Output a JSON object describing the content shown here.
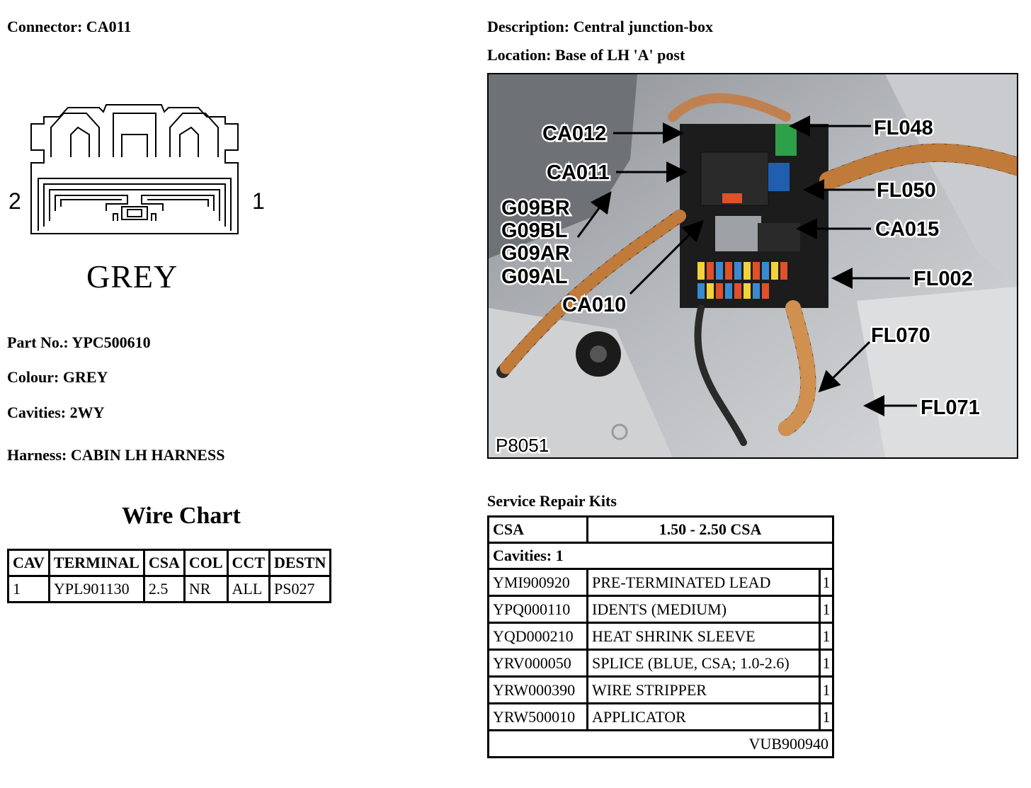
{
  "connector": {
    "label": "Connector: CA011",
    "color_label": "GREY",
    "pin_left": "2",
    "pin_right": "1"
  },
  "description": "Description: Central junction-box",
  "location": "Location: Base of LH 'A' post",
  "part_no": "Part No.: YPC500610",
  "colour": "Colour: GREY",
  "cavities": "Cavities: 2WY",
  "harness": "Harness: CABIN LH HARNESS",
  "wire_chart": {
    "title": "Wire Chart",
    "headers": [
      "CAV",
      "TERMINAL",
      "CSA",
      "COL",
      "CCT",
      "DESTN"
    ],
    "rows": [
      [
        "1",
        "YPL901130",
        "2.5",
        "NR",
        "ALL",
        "PS027"
      ]
    ]
  },
  "photo": {
    "ref": "P8051",
    "callouts": {
      "ca012": "CA012",
      "ca011": "CA011",
      "g09br": "G09BR",
      "g09bl": "G09BL",
      "g09ar": "G09AR",
      "g09al": "G09AL",
      "ca010": "CA010",
      "fl048": "FL048",
      "fl050": "FL050",
      "ca015": "CA015",
      "fl002": "FL002",
      "fl070": "FL070",
      "fl071": "FL071"
    }
  },
  "kits": {
    "title": "Service Repair Kits",
    "csa_label": "CSA",
    "csa_value": "1.50 - 2.50 CSA",
    "cavities": "Cavities: 1",
    "items": [
      {
        "code": "YMI900920",
        "desc": "PRE-TERMINATED LEAD",
        "qty": "1"
      },
      {
        "code": "YPQ000110",
        "desc": "IDENTS (MEDIUM)",
        "qty": "1"
      },
      {
        "code": "YQD000210",
        "desc": "HEAT SHRINK SLEEVE",
        "qty": "1"
      },
      {
        "code": "YRV000050",
        "desc": "SPLICE (BLUE, CSA; 1.0-2.6)",
        "qty": "1"
      },
      {
        "code": "YRW000390",
        "desc": "WIRE STRIPPER",
        "qty": "1"
      },
      {
        "code": "YRW500010",
        "desc": "APPLICATOR",
        "qty": "1"
      }
    ],
    "kit_no": "VUB900940"
  }
}
